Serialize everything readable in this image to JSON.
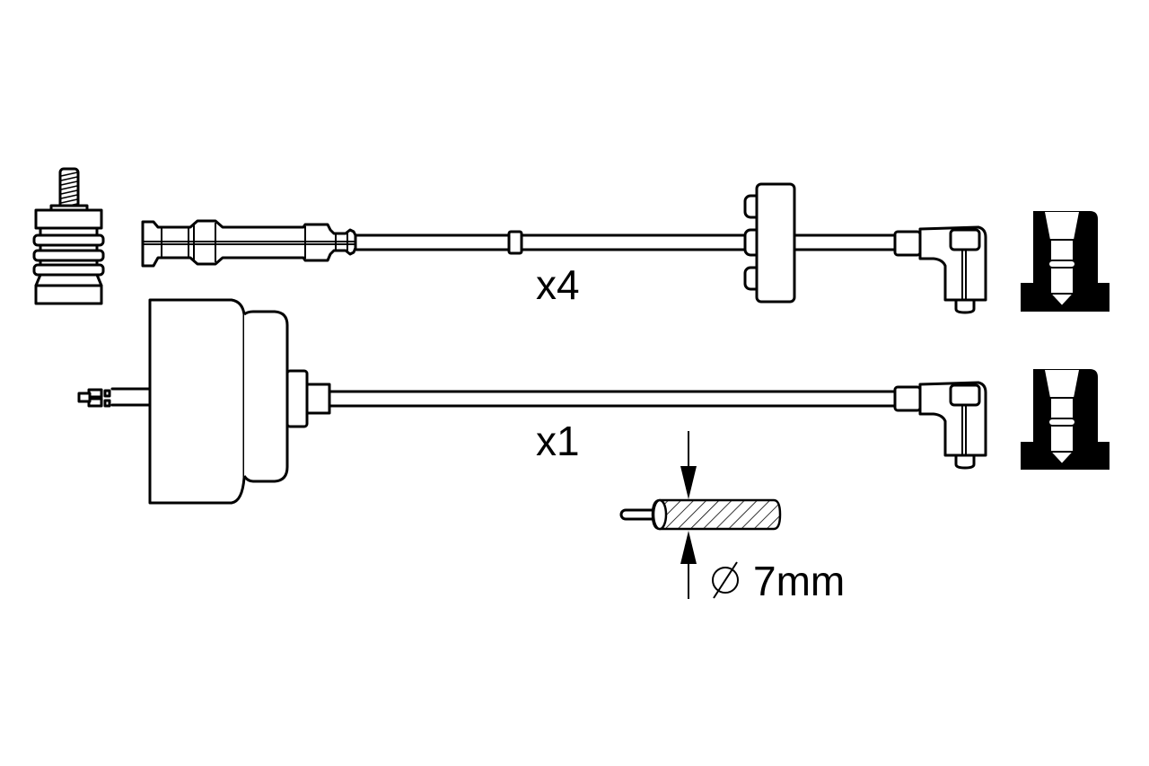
{
  "diagram": {
    "subject": "Ignition lead set technical drawing",
    "labels": {
      "top_lead_quantity": "x4",
      "bottom_lead_quantity": "x1",
      "cable_diameter": "7mm",
      "diameter_symbol": "∅"
    },
    "components": [
      {
        "id": "threaded-terminal",
        "description": "Threaded spark plug terminal nut"
      },
      {
        "id": "spark-plug-lead",
        "description": "Straight spark plug connector lead",
        "quantity": "x4"
      },
      {
        "id": "lead-separator",
        "description": "Three-slot cable separator clip"
      },
      {
        "id": "angled-coil-connector-top",
        "description": "90° angled coil-end connector"
      },
      {
        "id": "boot-section-top",
        "description": "Connector boot cross-section"
      },
      {
        "id": "distributor-cap-lead",
        "description": "Coil/ignition cap lead with plug",
        "quantity": "x1"
      },
      {
        "id": "angled-coil-connector-bottom",
        "description": "90° angled coil-end connector"
      },
      {
        "id": "boot-section-bottom",
        "description": "Connector boot cross-section"
      },
      {
        "id": "cable-cross-section",
        "description": "Cable section with diameter dimension",
        "diameter": "7mm"
      }
    ],
    "colors": {
      "line": "#000000",
      "background": "#ffffff"
    }
  }
}
